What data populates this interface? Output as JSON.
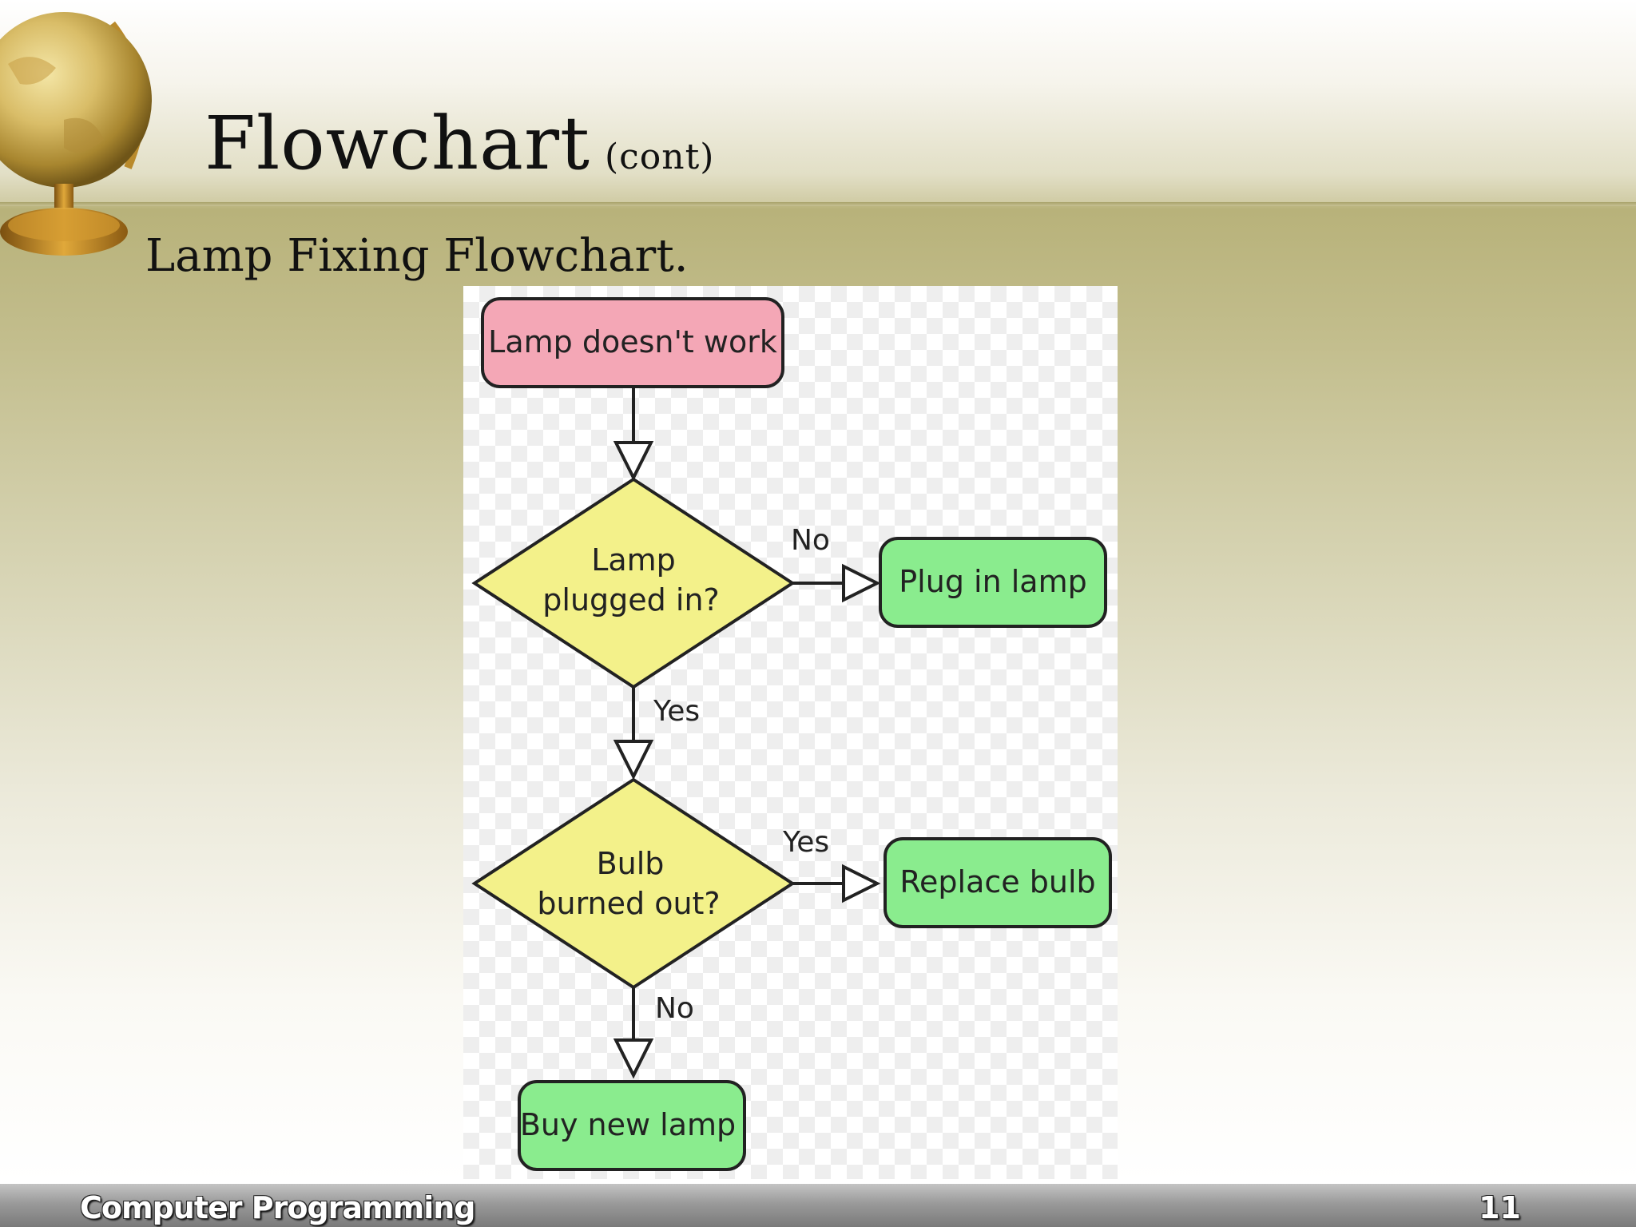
{
  "slide": {
    "title": "Flowchart",
    "title_suffix": "(cont)",
    "subtitle": "Lamp Fixing Flowchart.",
    "footer_left": "Computer Programming",
    "page_number": "11"
  },
  "diagram": {
    "nodes": [
      {
        "id": "start",
        "shape": "rounded-rect",
        "lines": [
          "Lamp doesn't work"
        ],
        "fill": "#f4a7b6"
      },
      {
        "id": "plugged",
        "shape": "diamond",
        "lines": [
          "Lamp",
          "plugged in?"
        ],
        "fill": "#f3f18a"
      },
      {
        "id": "plug",
        "shape": "rounded-rect",
        "lines": [
          "Plug in lamp"
        ],
        "fill": "#8aec8e"
      },
      {
        "id": "bulb",
        "shape": "diamond",
        "lines": [
          "Bulb",
          "burned out?"
        ],
        "fill": "#f3f18a"
      },
      {
        "id": "replace",
        "shape": "rounded-rect",
        "lines": [
          "Replace bulb"
        ],
        "fill": "#8aec8e"
      },
      {
        "id": "buy",
        "shape": "rounded-rect",
        "lines": [
          "Buy new lamp"
        ],
        "fill": "#8aec8e"
      }
    ],
    "edges": [
      {
        "from": "start",
        "to": "plugged",
        "label": ""
      },
      {
        "from": "plugged",
        "to": "plug",
        "label": "No"
      },
      {
        "from": "plugged",
        "to": "bulb",
        "label": "Yes"
      },
      {
        "from": "bulb",
        "to": "replace",
        "label": "Yes"
      },
      {
        "from": "bulb",
        "to": "buy",
        "label": "No"
      }
    ]
  }
}
